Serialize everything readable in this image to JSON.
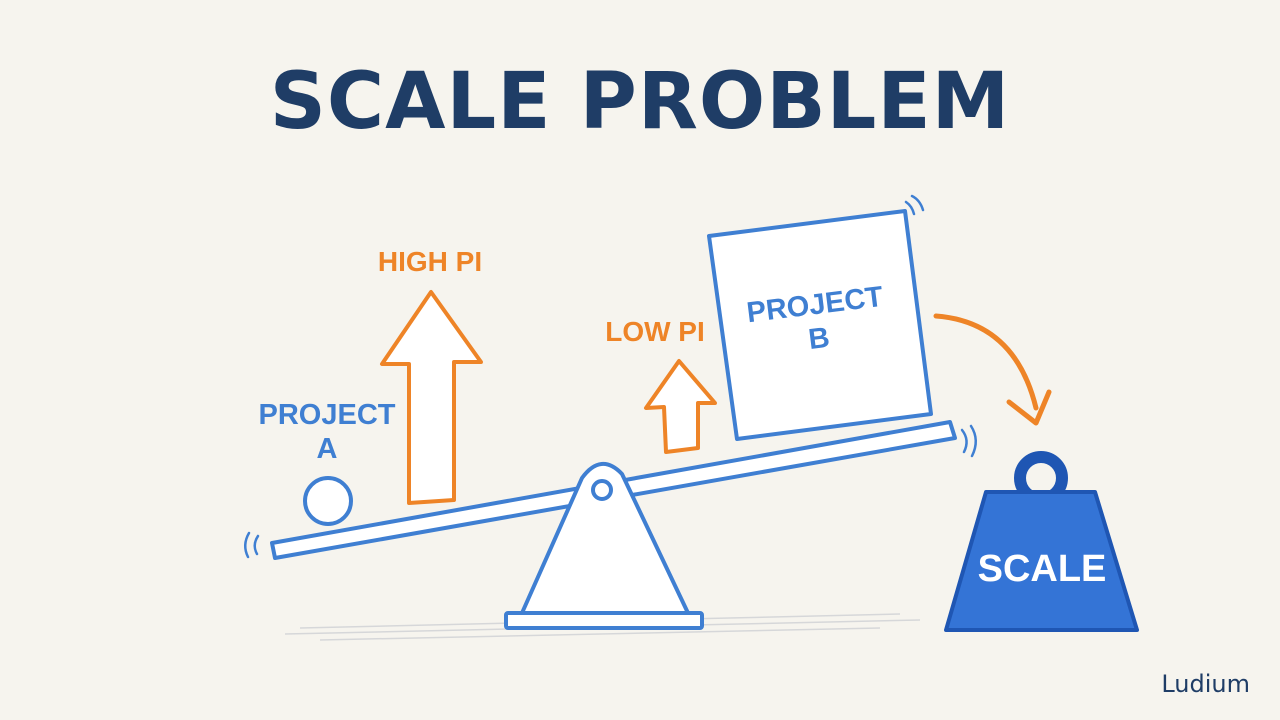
{
  "title": "SCALE PROBLEM",
  "labels": {
    "project_a": [
      "PROJECT",
      "A"
    ],
    "project_b": [
      "PROJECT",
      "B"
    ],
    "high_pi": "HIGH PI",
    "low_pi": "LOW PI",
    "scale": "SCALE"
  },
  "brand": "Ludium",
  "colors": {
    "title": "#1f3d66",
    "blue": "#3f7fd2",
    "orange": "#ee8427",
    "weight": "#3474d6",
    "background": "#f6f4ee"
  },
  "icons": [
    "ball",
    "arrow-up",
    "box",
    "fulcrum",
    "seesaw-beam",
    "curved-arrow",
    "weight"
  ]
}
